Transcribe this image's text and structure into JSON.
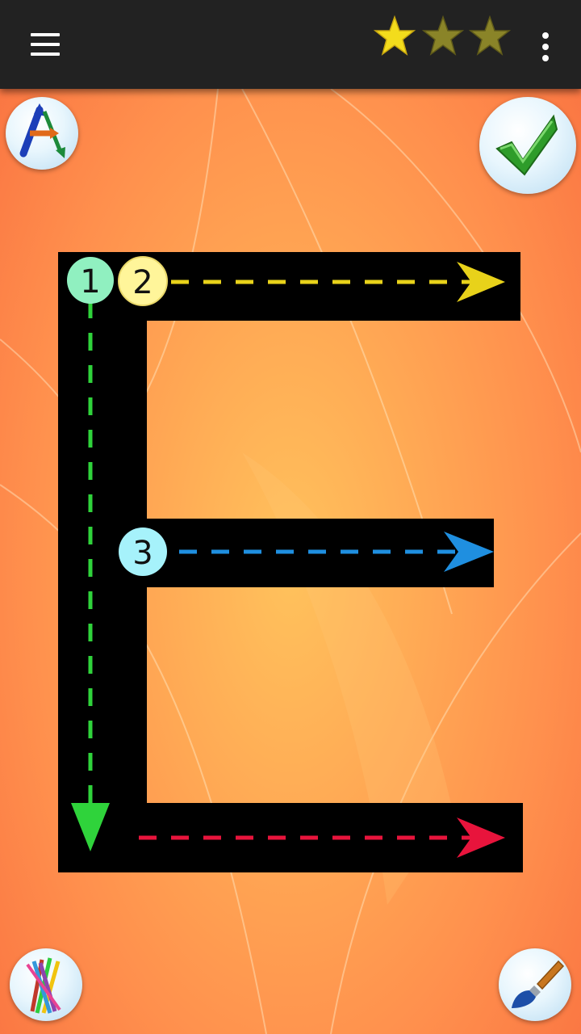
{
  "app": {
    "menu_icon": "hamburger-menu-icon",
    "overflow_icon": "more-vertical-icon"
  },
  "rating": {
    "earned_stars": 1,
    "total_stars": 3,
    "earned_color": "#f3dc1c",
    "empty_color": "#8a8428"
  },
  "tools": {
    "letter_mode_icon": "letter-a-arrows-icon",
    "check_icon": "green-checkmark-icon",
    "pencils_icon": "colored-pencils-icon",
    "brush_icon": "paintbrush-icon"
  },
  "letter": {
    "character": "E",
    "strokes": [
      {
        "order": "1",
        "direction": "down",
        "color": "#2fd33b",
        "badge_color": "#90f0c0"
      },
      {
        "order": "2",
        "direction": "right",
        "color": "#e8d21a",
        "badge_color": "#fff59a"
      },
      {
        "order": "3",
        "direction": "right",
        "color": "#1f8fe0",
        "badge_color": "#a6f2fb"
      },
      {
        "direction": "right",
        "color": "#e8143c"
      }
    ]
  },
  "colors": {
    "appbar": "#222222",
    "letter_fill": "#000000"
  }
}
